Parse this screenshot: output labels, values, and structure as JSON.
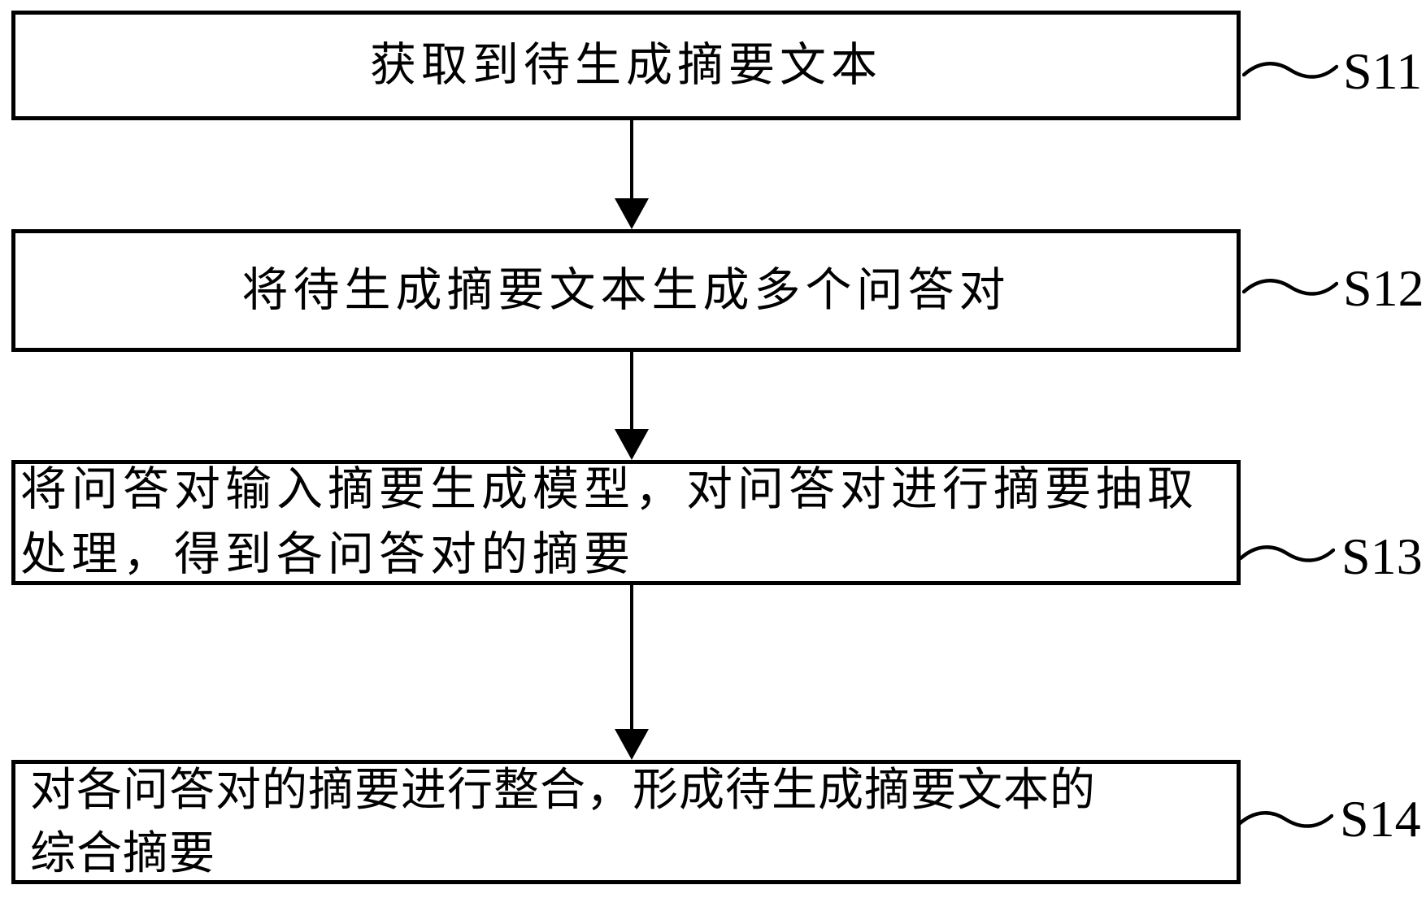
{
  "figure": {
    "kind": "flowchart",
    "background_color": "#ffffff",
    "line_color": "#000000",
    "text_color": "#000000"
  },
  "steps": [
    {
      "id": "S11",
      "lines": [
        "获取到待生成摘要文本"
      ]
    },
    {
      "id": "S12",
      "lines": [
        "将待生成摘要文本生成多个问答对"
      ]
    },
    {
      "id": "S13",
      "lines": [
        "将问答对输入摘要生成模型，对问答对进行摘要抽取",
        "处理，得到各问答对的摘要"
      ]
    },
    {
      "id": "S14",
      "lines": [
        "对各问答对的摘要进行整合，形成待生成摘要文本的",
        "综合摘要"
      ]
    }
  ]
}
